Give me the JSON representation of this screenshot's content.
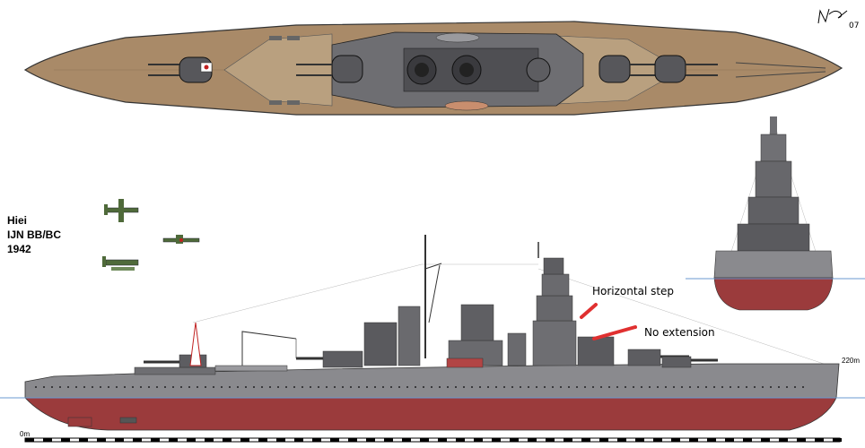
{
  "info": {
    "ship_name": "Hiei",
    "classification": "IJN BB/BC",
    "year": "1942"
  },
  "annotations": {
    "horizontal_step": "Horizontal step",
    "no_extension": "No extension"
  },
  "scale": {
    "start": "0m",
    "end": "220m"
  },
  "signature": {
    "year": "07"
  },
  "colors": {
    "hull_gray": "#8a8a8e",
    "hull_red": "#9b3b3c",
    "deck_tan": "#a98a68",
    "waterline": "#6a9ad0",
    "annotation_red": "#e03030"
  }
}
